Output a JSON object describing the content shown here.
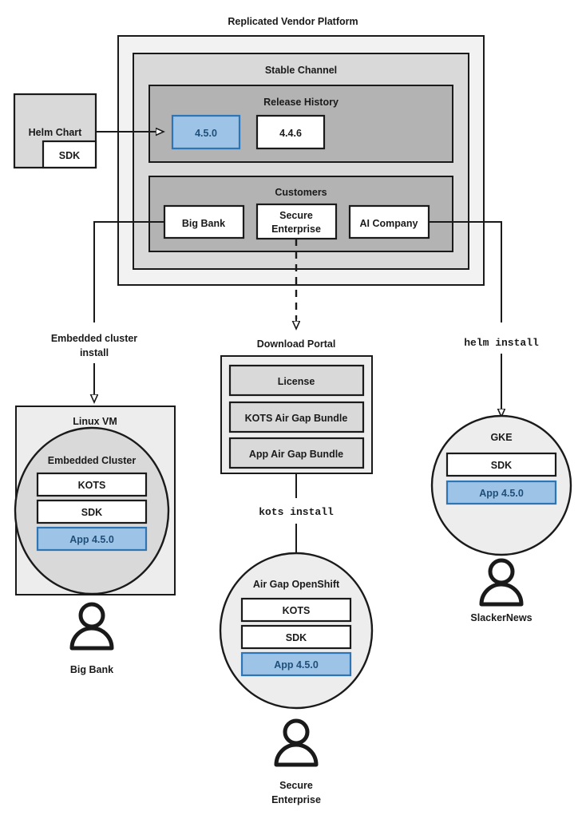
{
  "diagram": {
    "title": "Replicated Vendor Platform",
    "platform": {
      "label": "Replicated Vendor Platform",
      "channel": {
        "label": "Stable Channel",
        "release_history": {
          "label": "Release History",
          "releases": [
            {
              "version": "4.5.0",
              "highlighted": true
            },
            {
              "version": "4.4.6",
              "highlighted": false
            }
          ]
        },
        "customers": {
          "label": "Customers",
          "items": [
            {
              "name": "Big Bank"
            },
            {
              "name": "Secure Enterprise"
            },
            {
              "name": "AI Company"
            }
          ]
        }
      }
    },
    "source": {
      "label": "Helm Chart",
      "nested_label": "SDK"
    },
    "connectors": {
      "embedded_cluster_install": "Embedded cluster install",
      "embedded_cluster_install_line1": "Embedded cluster",
      "embedded_cluster_install_line2": "install",
      "kots_install": "kots install",
      "helm_install": "helm install"
    },
    "download_portal": {
      "label": "Download Portal",
      "items": [
        "License",
        "KOTS Air Gap Bundle",
        "App Air Gap Bundle"
      ]
    },
    "targets": [
      {
        "id": "linux-vm",
        "label": "Linux VM",
        "inner_label": "Embedded Cluster",
        "components": [
          {
            "label": "KOTS",
            "highlighted": false
          },
          {
            "label": "SDK",
            "highlighted": false
          },
          {
            "label": "App 4.5.0",
            "highlighted": true
          }
        ],
        "customer": "Big Bank"
      },
      {
        "id": "air-gap-openshift",
        "label": "Air Gap OpenShift",
        "components": [
          {
            "label": "KOTS",
            "highlighted": false
          },
          {
            "label": "SDK",
            "highlighted": false
          },
          {
            "label": "App 4.5.0",
            "highlighted": true
          }
        ],
        "customer_line1": "Secure",
        "customer_line2": "Enterprise"
      },
      {
        "id": "gke",
        "label": "GKE",
        "components": [
          {
            "label": "SDK",
            "highlighted": false
          },
          {
            "label": "App 4.5.0",
            "highlighted": true
          }
        ],
        "customer": "SlackerNews"
      }
    ],
    "colors": {
      "highlight_fill": "#9dc3e6",
      "highlight_stroke": "#2e75b6",
      "highlight_text": "#1f4e79",
      "outer_fill": "#f2f2f2",
      "channel_fill": "#d9d9d9",
      "section_fill": "#b3b3b3",
      "node_fill": "#ededed",
      "stroke": "#1a1a1a"
    }
  }
}
